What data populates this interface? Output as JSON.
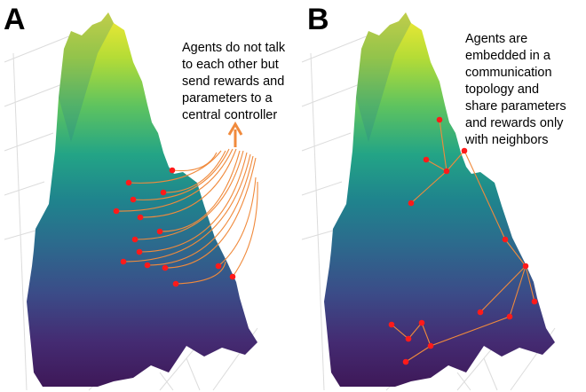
{
  "panel_a": {
    "letter": "A",
    "caption_lines": [
      "Agents do not talk",
      "to each other but",
      "send rewards and",
      "parameters to a",
      "central controller"
    ]
  },
  "panel_b": {
    "letter": "B",
    "caption_lines": [
      "Agents are",
      "embedded in a",
      "communication",
      "topology and",
      "share parameters",
      "and rewards only",
      "with neighbors"
    ]
  },
  "colors": {
    "agent": "#ff1a1a",
    "link": "#f08a3c",
    "surface_low": "#3b1a63",
    "surface_mid": "#22928c",
    "surface_high": "#e7e82f",
    "grid": "#dedede"
  }
}
